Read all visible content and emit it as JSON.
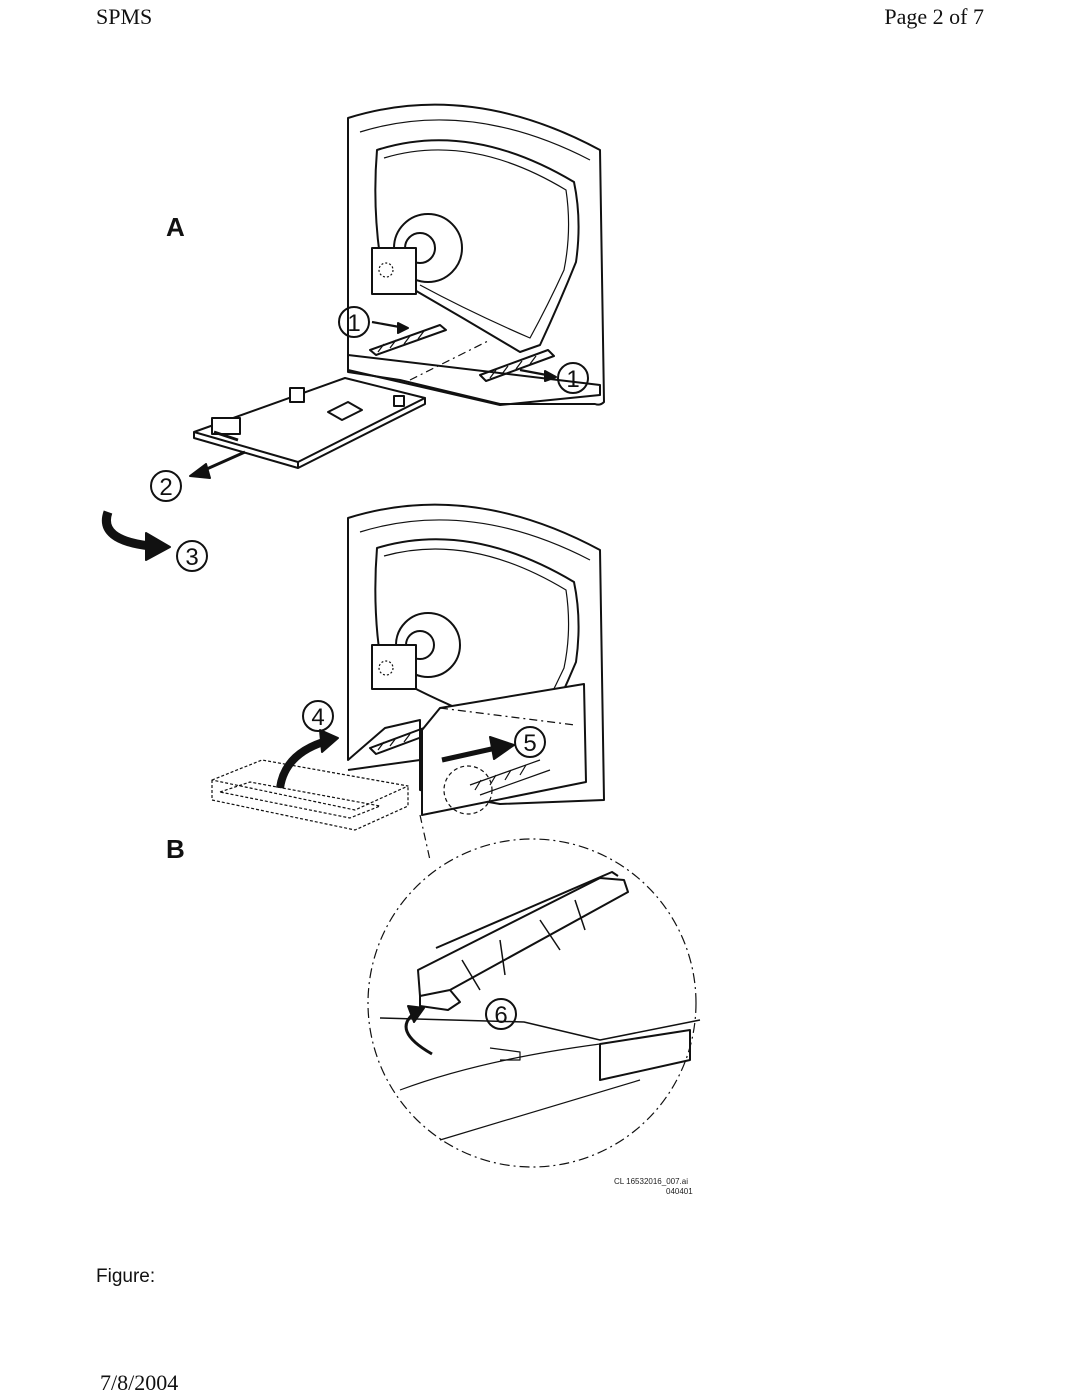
{
  "header": {
    "left": "SPMS",
    "right": "Page 2 of 7"
  },
  "figure": {
    "label_a": "A",
    "label_b": "B",
    "steps": [
      "1",
      "1",
      "2",
      "3",
      "4",
      "5",
      "6"
    ],
    "code_line1": "CL 16532016_007.ai",
    "code_line2": "040401"
  },
  "caption": "Figure:",
  "footer": {
    "date": "7/8/2004"
  }
}
